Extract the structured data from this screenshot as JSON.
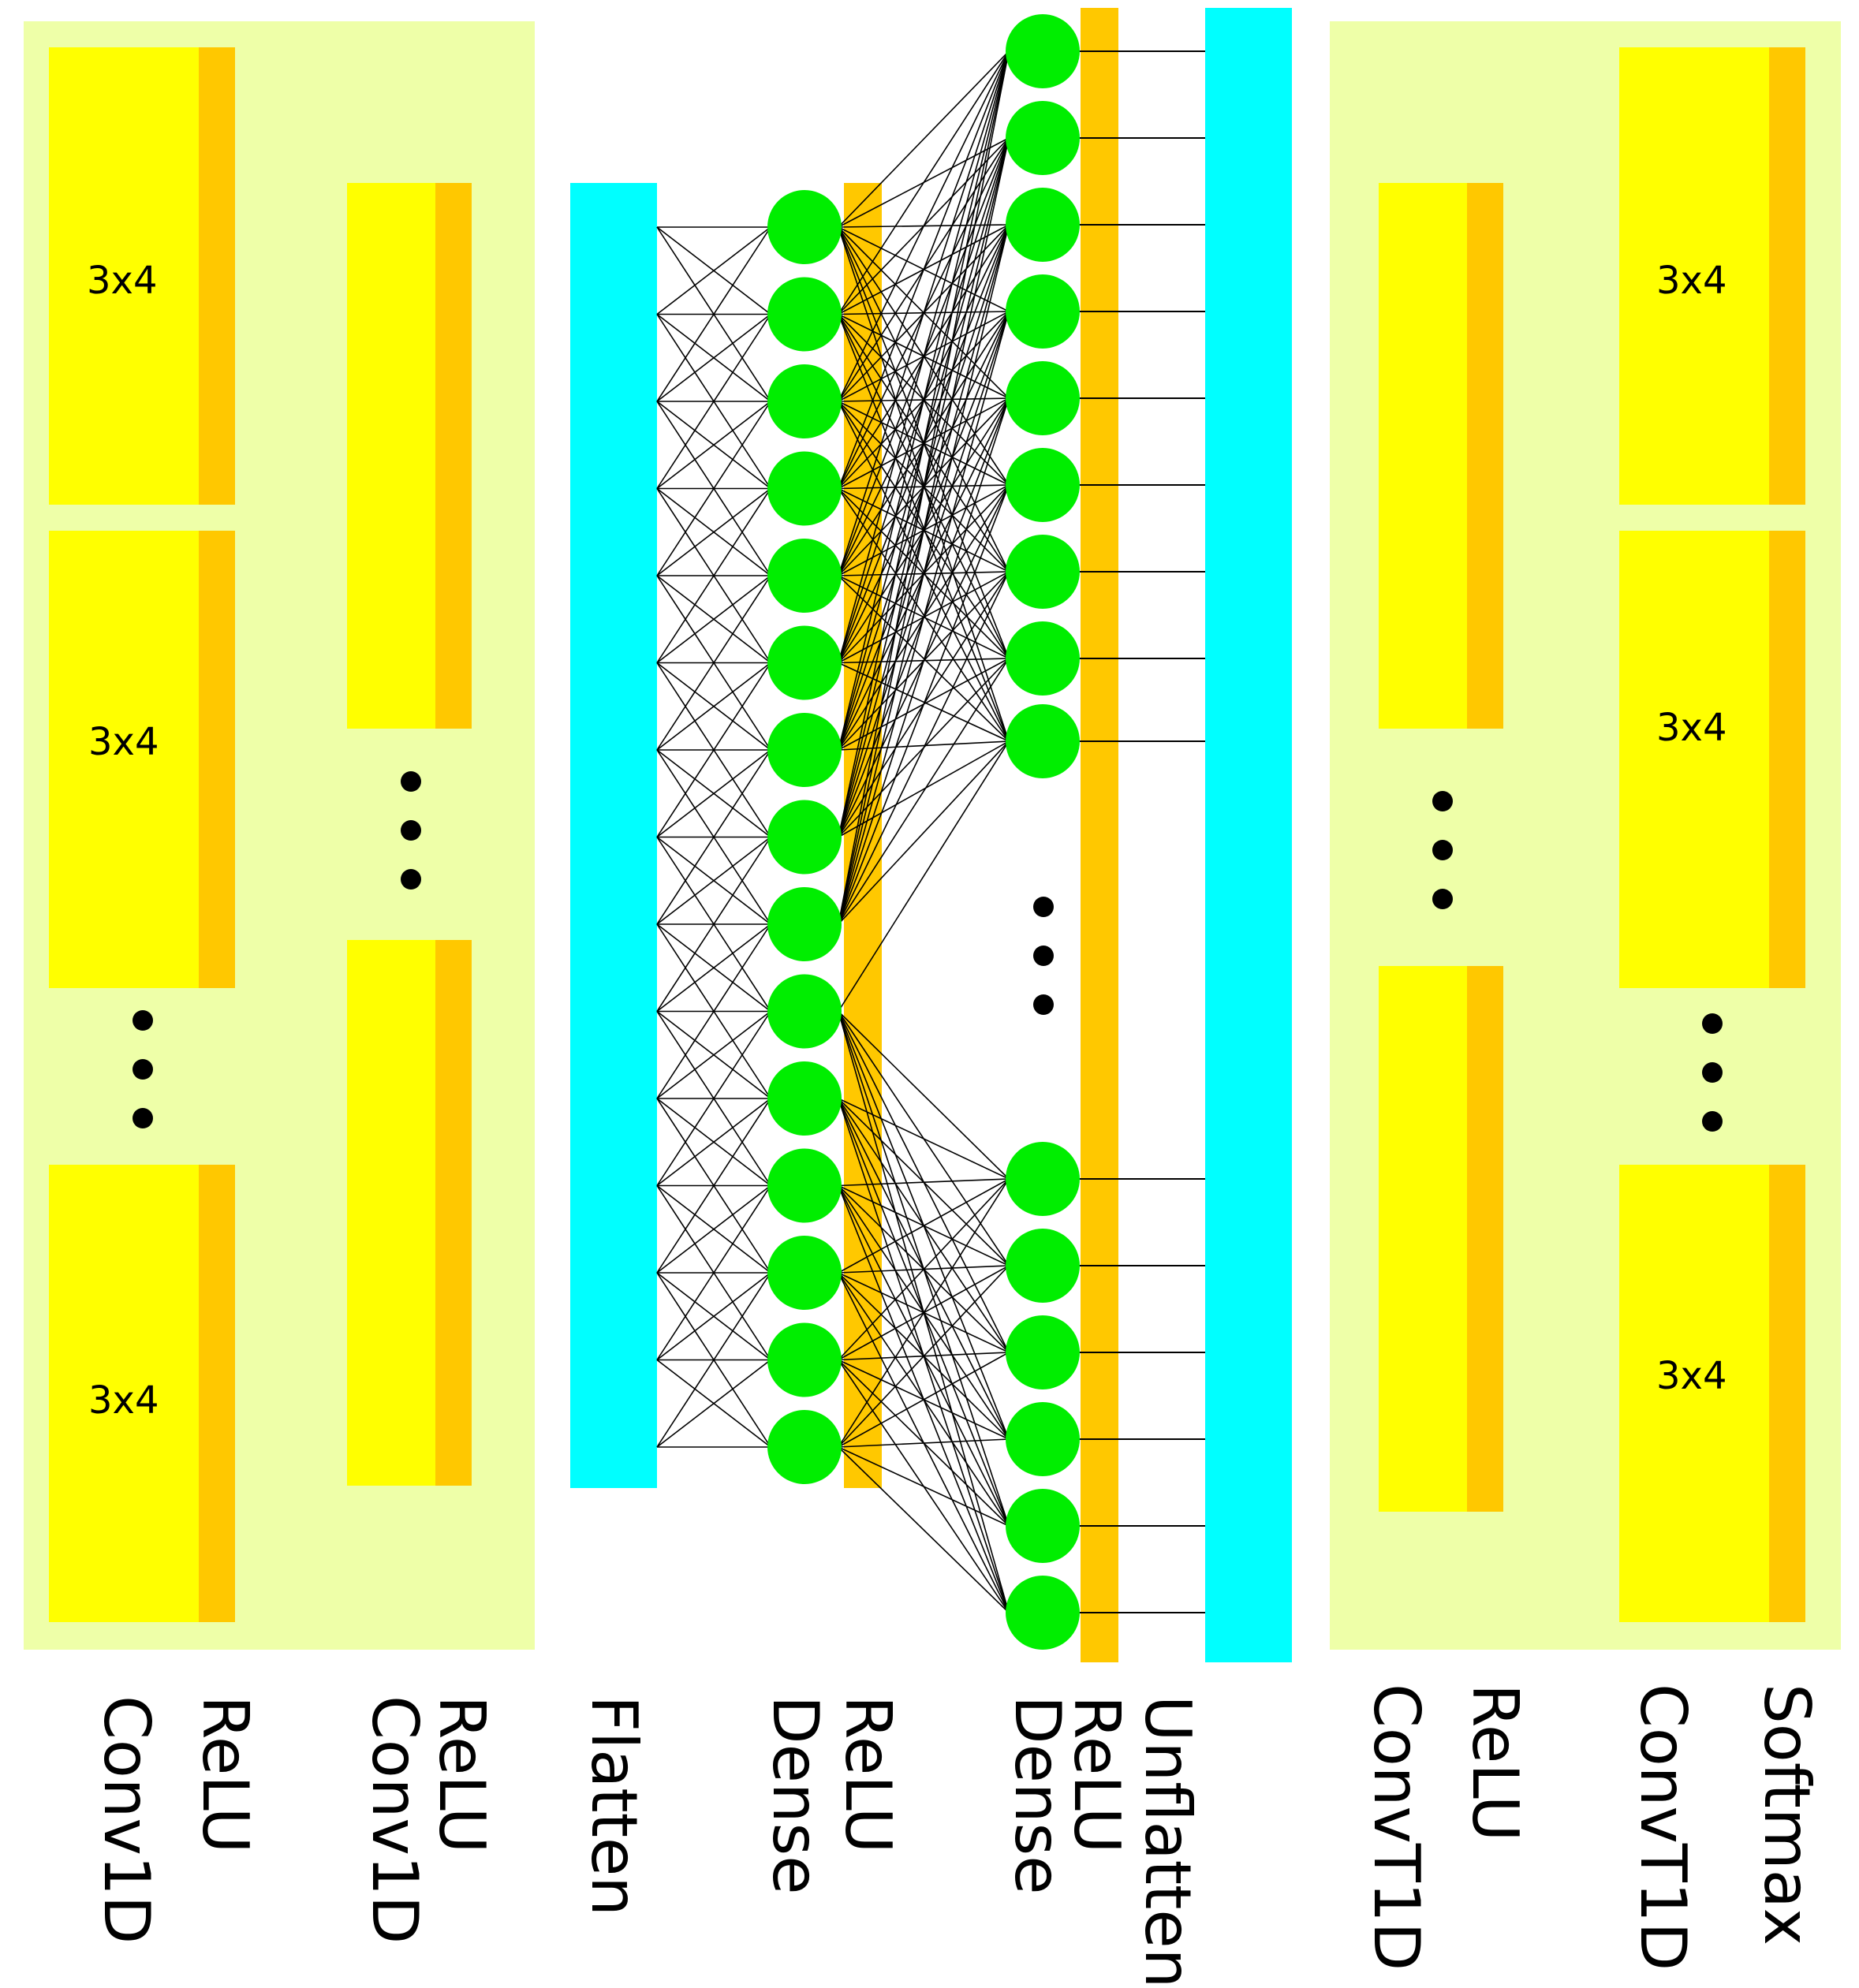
{
  "kernel_label": "3x4",
  "layer_labels": {
    "conv1d_1": "Conv1D",
    "relu_1": "ReLU",
    "conv1d_2": "Conv1D",
    "relu_2": "ReLU",
    "flatten": "Flatten",
    "dense_1": "Dense",
    "relu_3": "ReLU",
    "dense_2": "Dense",
    "relu_4": "ReLU",
    "unflatten": "Unflatten",
    "convt1d_1": "ConvT1D",
    "relu_5": "ReLU",
    "convt1d_2": "ConvT1D",
    "softmax": "Softmax"
  },
  "colors": {
    "panel": "#eeffa8",
    "feature_map": "#ffff00",
    "activation": "#ffc800",
    "flatten": "#00ffff",
    "neuron": "#00ee00",
    "connection": "#000000"
  }
}
